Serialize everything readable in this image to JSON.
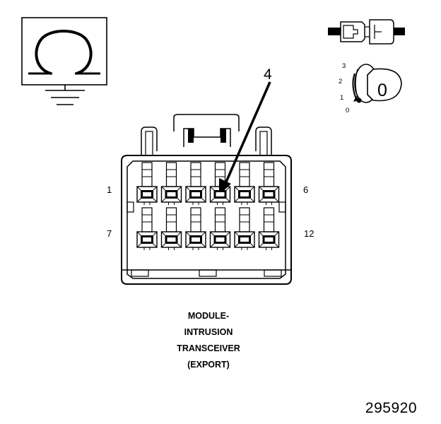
{
  "callout": "4",
  "pin_labels": {
    "top_left": "1",
    "top_right": "6",
    "bottom_left": "7",
    "bottom_right": "12"
  },
  "caption": [
    "MODULE-",
    "INTRUSION",
    "TRANSCEIVER",
    "(EXPORT)"
  ],
  "figure_number": "295920",
  "key_symbol": {
    "positions": [
      "3",
      "2",
      "1",
      "0"
    ],
    "key_label": "0"
  },
  "icons": [
    "ohmmeter-ground-icon",
    "connector-plug-icon",
    "ignition-key-icon"
  ]
}
